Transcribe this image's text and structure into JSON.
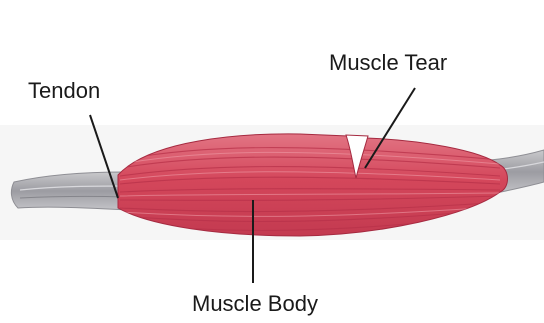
{
  "labels": {
    "tendon": "Tendon",
    "muscle_tear": "Muscle Tear",
    "muscle_body": "Muscle Body"
  },
  "colors": {
    "muscle": "#d4475b",
    "muscle_fiber": "#b8324a",
    "tendon": "#a8a8ac",
    "leader_line": "#1a1a1a"
  }
}
